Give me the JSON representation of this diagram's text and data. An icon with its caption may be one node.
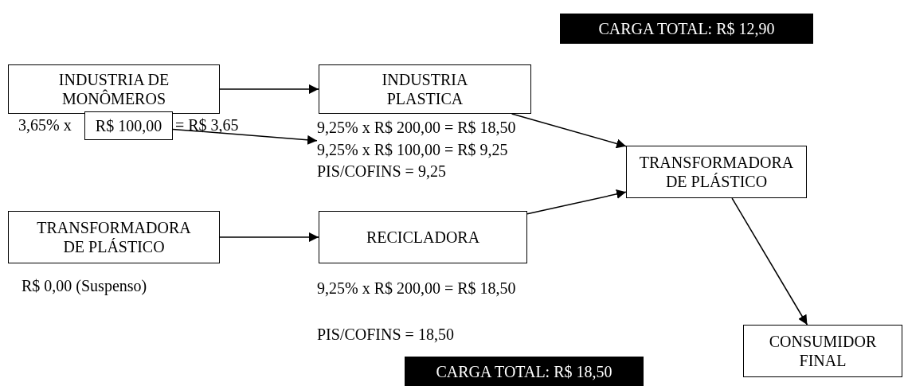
{
  "diagram": {
    "nodes": [
      {
        "text": [
          "CARGA TOTAL: R$ 12,90"
        ]
      },
      {
        "text": [
          "INDUSTRIA DE MONÔMEROS"
        ]
      },
      {
        "text": [
          "INDUSTRIA PLASTICA"
        ]
      },
      {
        "text": [
          "R$ 100,00"
        ]
      },
      {
        "text": [
          "9,25% x R$ 100,00 = R$ 9,25"
        ]
      },
      {
        "text": [
          "TRANSFORMADORA DE PLÁSTICO"
        ]
      },
      {
        "text": [
          "TRANSFORMADORA DE PLÁSTICO"
        ]
      },
      {
        "text": [
          "RECICLADORA"
        ]
      },
      {
        "text": [
          "CONSUMIDOR FINAL"
        ]
      },
      {
        "text": [
          "CARGA TOTAL: R$ 18,50"
        ]
      }
    ],
    "edges": [
      {
        "from": 1,
        "to": 2,
        "arrow": "to"
      },
      {
        "from": 2,
        "to": 5,
        "arrow": "to"
      },
      {
        "from": 3,
        "to": 4,
        "arrow": "to"
      },
      {
        "from": 7,
        "to": 5,
        "arrow": "to"
      },
      {
        "from": 6,
        "to": 7,
        "arrow": "to"
      },
      {
        "from": 5,
        "to": 8,
        "arrow": "to"
      }
    ],
    "labels": [
      "3,65% x",
      "= R$ 3,65",
      "9,25% x R$ 200,00 = R$ 18,50",
      "PIS/COFINS = 9,25",
      "R$ 0,00 (Suspenso)",
      "9,25% x R$ 200,00 = R$ 18,50",
      "PIS/COFINS = 18,50"
    ]
  }
}
